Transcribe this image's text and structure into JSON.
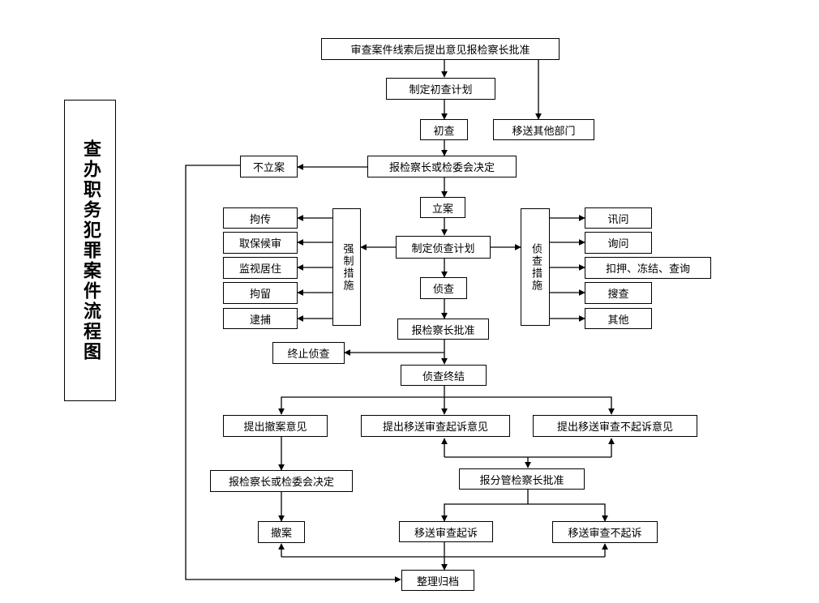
{
  "title": "查办职务犯罪案件流程图",
  "nodes": {
    "review": "审查案件线索后提出意见报检察长批准",
    "plan": "制定初查计划",
    "initial": "初查",
    "transfer": "移送其他部门",
    "decide": "报检察长或检委会决定",
    "not_file": "不立案",
    "file": "立案",
    "invest_plan": "制定侦查计划",
    "force": "强制措施",
    "measures": "侦查措施",
    "detain_sum": "拘传",
    "bail": "取保候审",
    "surveil": "监视居住",
    "detain": "拘留",
    "arrest": "逮捕",
    "interrogate": "讯问",
    "inquire": "询问",
    "seize": "扣押、冻结、查询",
    "search": "搜查",
    "other": "其他",
    "investigate": "侦查",
    "approve": "报检察长批准",
    "terminate": "终止侦查",
    "conclude": "侦查终结",
    "withdraw_opinion": "提出撤案意见",
    "prosecute_opinion": "提出移送审查起诉意见",
    "nonprosecute_opinion": "提出移送审查不起诉意见",
    "decide2": "报检察长或检委会决定",
    "sub_approve": "报分管检察长批准",
    "withdraw": "撤案",
    "prosecute": "移送审查起诉",
    "nonprosecute": "移送审查不起诉",
    "archive": "整理归档"
  }
}
